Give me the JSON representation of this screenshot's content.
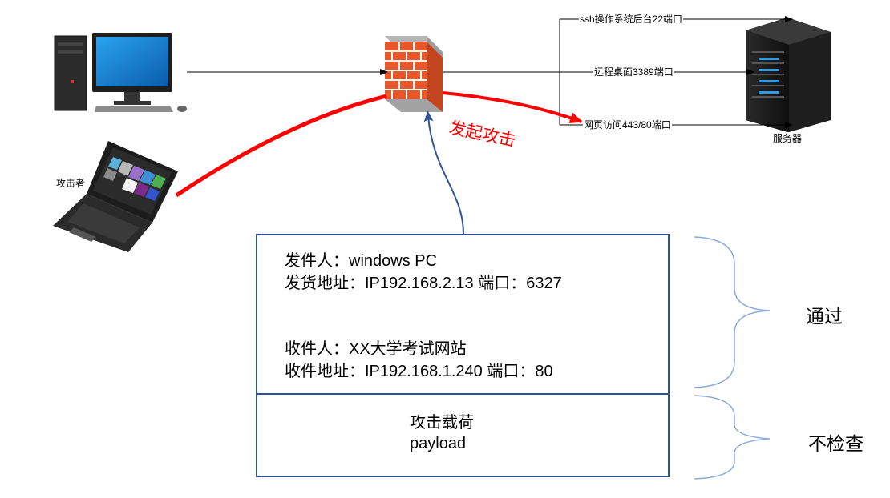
{
  "labels": {
    "attacker": "攻击者",
    "server": "服务器",
    "attack_action": "发起攻击",
    "port_ssh": "ssh操作系统后台22端口",
    "port_rdp": "远程桌面3389端口",
    "port_web": "网页访问443/80端口"
  },
  "packet": {
    "sender_line": "发件人：windows PC",
    "sender_addr_line": "发货地址：IP192.168.2.13 端口：6327",
    "receiver_line": "收件人：XX大学考试网站",
    "receiver_addr_line": "收件地址：IP192.168.1.240 端口：80",
    "payload_cn": "攻击载荷",
    "payload_en": "payload"
  },
  "verdicts": {
    "header_result": "通过",
    "payload_result": "不检查"
  },
  "colors": {
    "attack": "#ff0000",
    "packet_border": "#2f5597",
    "brace": "#8eaadb",
    "firewall_brick": "#e8572a"
  },
  "icons": [
    "desktop-pc-icon",
    "laptop-icon",
    "firewall-icon",
    "server-icon"
  ]
}
